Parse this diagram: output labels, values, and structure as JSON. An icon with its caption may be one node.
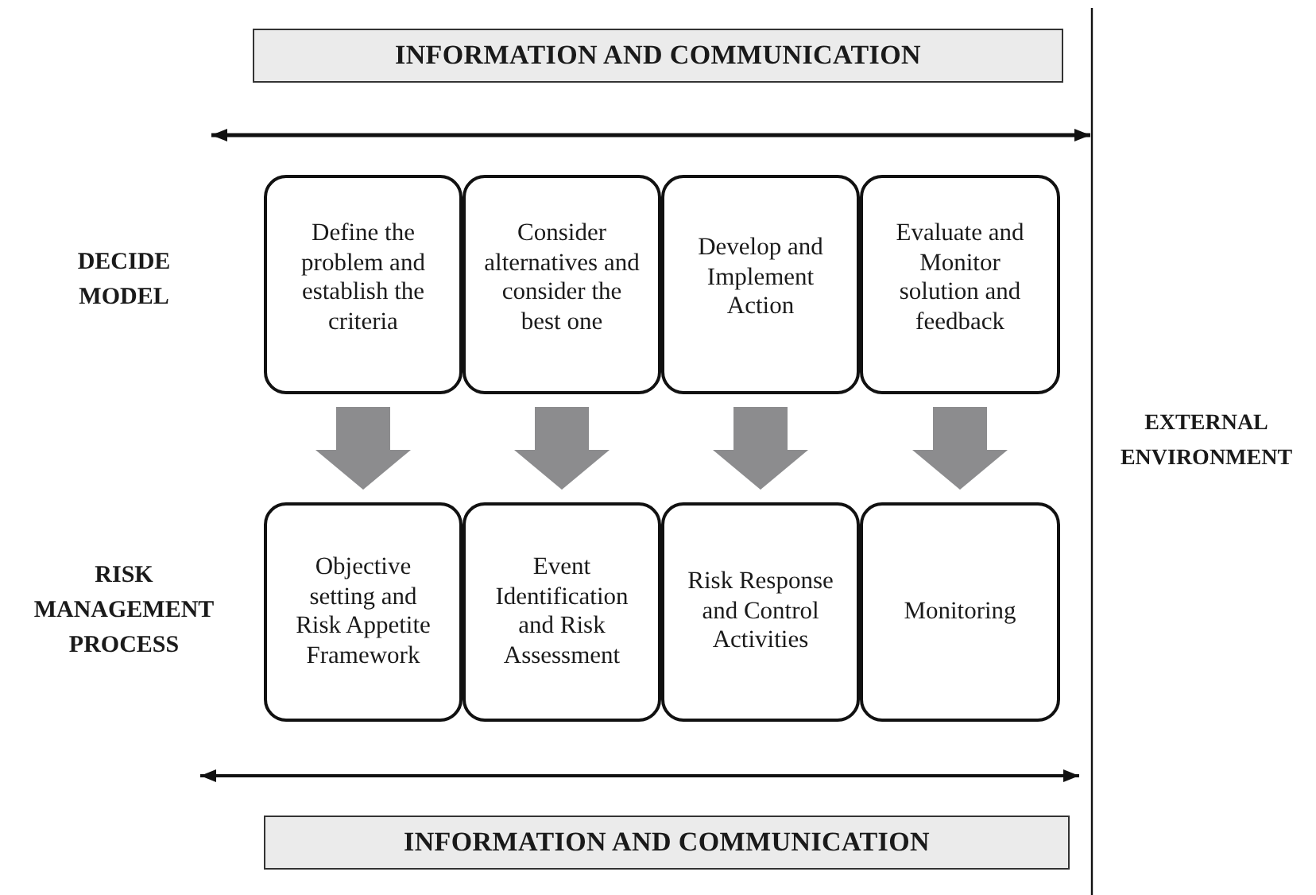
{
  "diagram": {
    "nodes": [
      {
        "text": [
          "INFORMATION AND COMMUNICATION"
        ]
      },
      {
        "text": [
          "Define the problem and establish the criteria"
        ]
      },
      {
        "text": [
          "Consider alternatives and consider the best one"
        ]
      },
      {
        "text": [
          "Develop and Implement Action"
        ]
      },
      {
        "text": [
          "Evaluate and Monitor solution and feedback"
        ]
      },
      {
        "text": [
          "Objective setting and Risk Appetite Framework"
        ]
      },
      {
        "text": [
          "Event Identification and Risk Assessment"
        ]
      },
      {
        "text": [
          "Risk Response and Control Activities"
        ]
      },
      {
        "text": [
          "Monitoring"
        ]
      },
      {
        "text": [
          "INFORMATION AND COMMUNICATION"
        ]
      }
    ],
    "edges": [
      {
        "from": 1,
        "to": 5,
        "arrow": "to"
      },
      {
        "from": 2,
        "to": 6,
        "arrow": "to"
      },
      {
        "from": 3,
        "to": 7,
        "arrow": "to"
      },
      {
        "from": 4,
        "to": 8,
        "arrow": "to"
      }
    ],
    "labels": [
      "DECIDE MODEL",
      "RISK MANAGEMENT PROCESS",
      "EXTERNAL ENVIRONMENT"
    ]
  }
}
